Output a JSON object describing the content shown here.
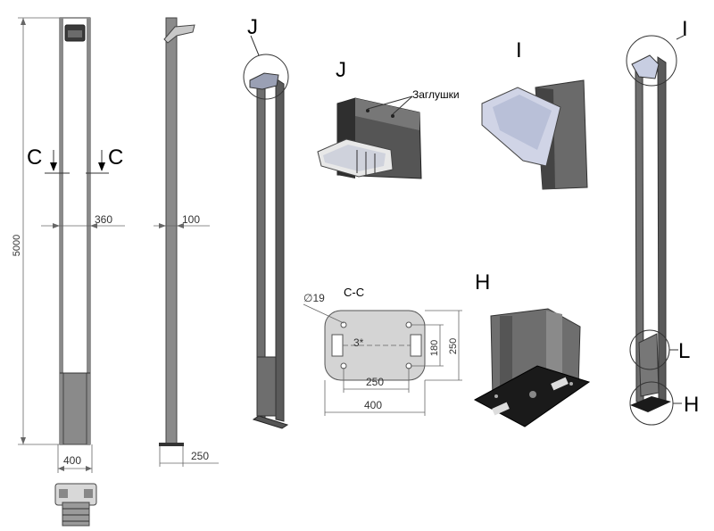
{
  "front_view": {
    "height_dim": "5000",
    "width_dim": "360",
    "base_width_dim": "400",
    "section_mark_left": "C",
    "section_mark_right": "C"
  },
  "side_view": {
    "width_dim": "100",
    "base_dim": "250"
  },
  "detail_labels": {
    "j_top": "J",
    "j_detail": "J",
    "i_detail": "I",
    "i_right": "I",
    "h_detail": "H",
    "h_right": "H",
    "l_right": "L"
  },
  "plugs_label": "Заглушки",
  "section_cc": {
    "title": "C-C",
    "hole_dim": "∅19",
    "weld_mark": "3*",
    "dim_250_bottom": "250",
    "dim_400_bottom": "400",
    "dim_180": "180",
    "dim_250_side": "250"
  },
  "colors": {
    "pole_gray": "#8a8a8a",
    "pole_dark": "#5a5a5a",
    "base_black": "#1a1a1a",
    "lamp_lens": "#b9c0d8",
    "plate_gray": "#d4d4d4"
  }
}
